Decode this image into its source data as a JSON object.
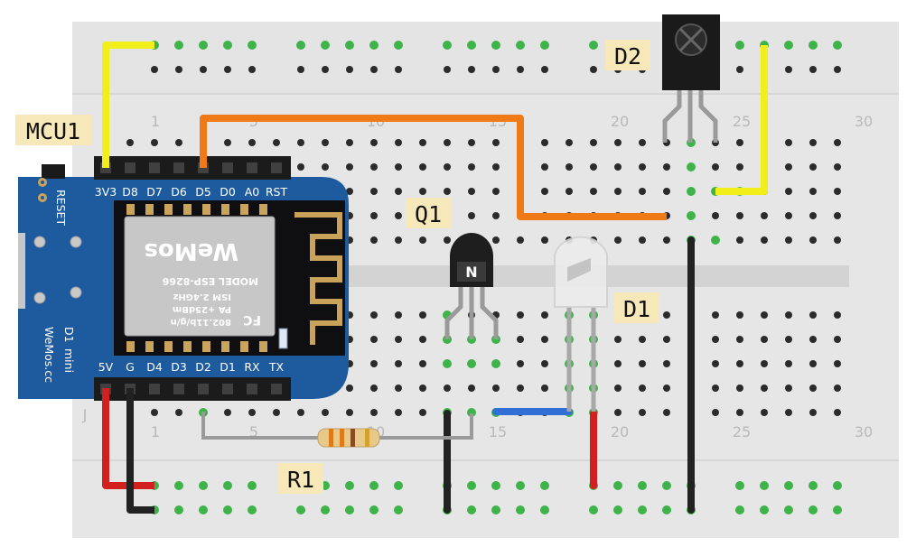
{
  "labels": {
    "mcu": "MCU1",
    "d2": "D2",
    "q1": "Q1",
    "d1": "D1",
    "r1": "R1"
  },
  "breadboard": {
    "column_numbers_top": [
      "1",
      "5",
      "10",
      "15",
      "20",
      "25",
      "30"
    ],
    "column_numbers_bottom": [
      "1",
      "5",
      "10",
      "15",
      "20",
      "25",
      "30"
    ],
    "row_letter_j": "J"
  },
  "mcu": {
    "top_pins": [
      "3V3",
      "D8",
      "D7",
      "D6",
      "D5",
      "D0",
      "A0",
      "RST"
    ],
    "bottom_pins": [
      "5V",
      "G",
      "D4",
      "D3",
      "D2",
      "D1",
      "RX",
      "TX"
    ],
    "reset_label": "RESET",
    "module_model": "MODEL  ESP-8266",
    "module_spec1": "ISM 2.4GHz",
    "module_spec2": "PA +25dBm",
    "module_spec3": "802.11b/g/n",
    "module_brand": "WeMos",
    "board_name": "D1",
    "board_sub": "mini",
    "board_site": "WeMos.cc",
    "fcc": "FC"
  },
  "transistor_mark": "N",
  "colors": {
    "wire_yellow": "#f2ee19",
    "wire_orange": "#f07b16",
    "wire_red": "#d21f1f",
    "wire_black": "#222222",
    "wire_blue": "#2f6fd6",
    "board_blue": "#1e5b9e",
    "breadboard": "#e6e6e6",
    "hole_green": "#3eb34a"
  }
}
